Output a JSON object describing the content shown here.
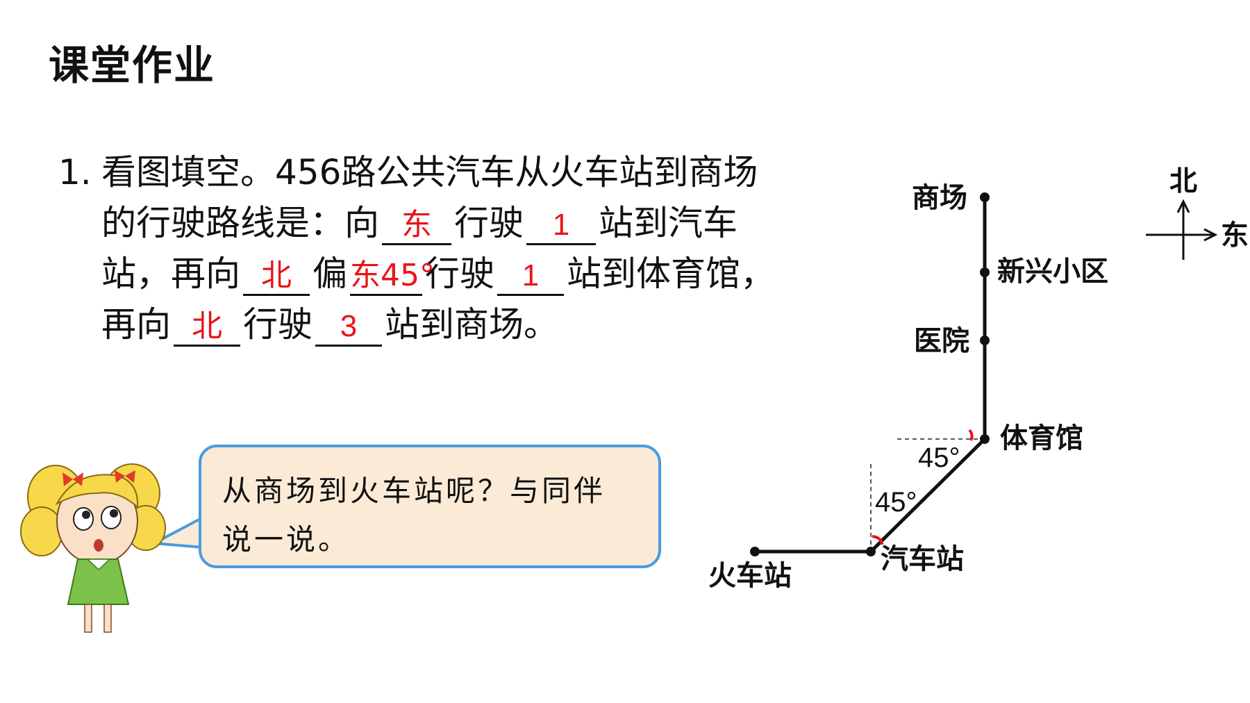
{
  "title": "课堂作业",
  "question": {
    "number": "1.",
    "line1": "看图填空。456路公共汽车从火车站到商场",
    "line2_a": "的行驶路线是：向",
    "line2_b": "行驶",
    "line2_c": "站到汽车",
    "line3_a": "站，再向",
    "line3_b": "偏",
    "line3_c": "行驶",
    "line3_d": "站到体育馆，",
    "line4_a": "再向",
    "line4_b": "行驶",
    "line4_c": "站到商场。",
    "answers": {
      "dir1": "东",
      "stops1": "1",
      "dir2": "北",
      "dir2_offset": "东45°",
      "stops2": "1",
      "dir3": "北",
      "stops3": "3"
    },
    "answer_color": "#e8141a"
  },
  "bubble": {
    "line1": "从商场到火车站呢？与同伴",
    "line2": "说一说。",
    "border_color": "#4a9be0",
    "fill_color": "#fbebd6"
  },
  "map": {
    "places": {
      "mall": "商场",
      "xinxing": "新兴小区",
      "hospital": "医院",
      "gym": "体育馆",
      "bus_station": "汽车站",
      "train_station": "火车站"
    },
    "angle1": "45°",
    "angle2": "45°",
    "compass": {
      "north": "北",
      "east": "东"
    }
  }
}
